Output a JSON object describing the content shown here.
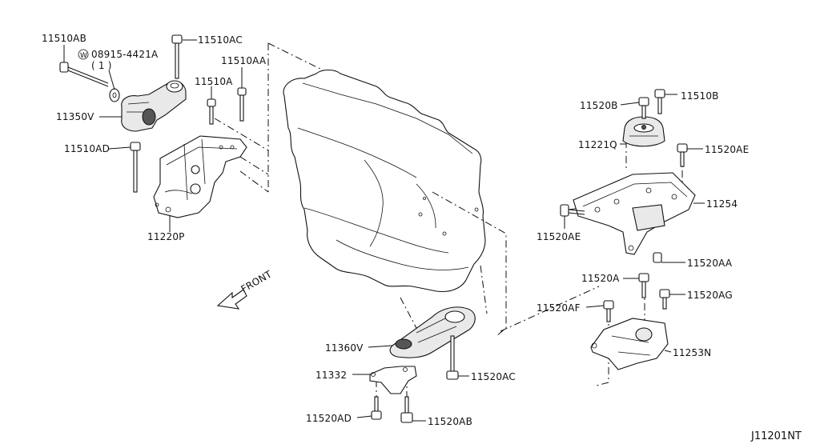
{
  "diagram_ref": "J11201NT",
  "front_label": "FRONT",
  "labels": {
    "p11510AB": "11510AB",
    "p08915": "08915-4421A",
    "p08915_qty": "( 1 )",
    "washer_symbol": "W",
    "p11510AC": "11510AC",
    "p11510AA": "11510AA",
    "p11510A": "11510A",
    "p11350V": "11350V",
    "p11510AD": "11510AD",
    "p11220P": "11220P",
    "p11520B": "11520B",
    "p11510B": "11510B",
    "p11221Q": "11221Q",
    "p11520AE_top": "11520AE",
    "p11254": "11254",
    "p11520AE_left": "11520AE",
    "p11520AA": "11520AA",
    "p11520A": "11520A",
    "p11520AF": "11520AF",
    "p11520AG": "11520AG",
    "p11253N": "11253N",
    "p11360V": "11360V",
    "p11332": "11332",
    "p11520AC": "11520AC",
    "p11520AD": "11520AD",
    "p11520AB": "11520AB"
  }
}
